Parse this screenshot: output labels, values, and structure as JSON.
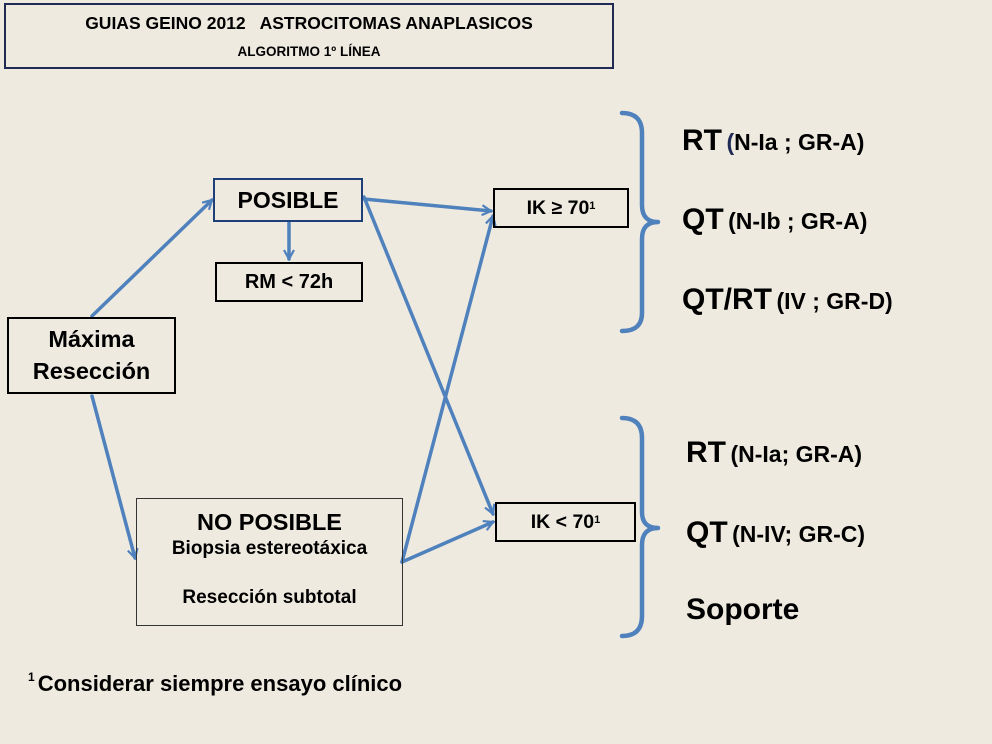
{
  "title": {
    "line1": "GUIAS GEINO 2012   ASTROCITOMAS ANAPLASICOS",
    "line2": "ALGORITMO 1º LÍNEA"
  },
  "nodes": {
    "maxima": {
      "line1": "Máxima",
      "line2": "Resección"
    },
    "posible": "POSIBLE",
    "rm": "RM < 72h",
    "no_posible": {
      "title": "NO POSIBLE",
      "sub1": "Biopsia estereotáxica",
      "sub2": "Resección subtotal"
    },
    "ik_ge": {
      "label": "IK ≥ 70",
      "note": "1"
    },
    "ik_lt": {
      "label": "IK < 70",
      "note": "1"
    }
  },
  "treatments_top": [
    {
      "main": "RT",
      "paren": "(",
      "ref": "N-Ia ; GR-A)"
    },
    {
      "main": "QT",
      "ref": "(N-Ib ; GR-A)"
    },
    {
      "main": "QT/RT",
      "ref": "(IV ; GR-D)"
    }
  ],
  "treatments_bottom": [
    {
      "main": "RT",
      "ref": "(N-Ia; GR-A)"
    },
    {
      "main": "QT",
      "ref": "(N-IV; GR-C)"
    },
    {
      "main": "Soporte"
    }
  ],
  "footnote": {
    "mark": "1",
    "text": "Considerar siempre ensayo clínico"
  },
  "colors": {
    "background": "#EEEAE0",
    "arrow": "#4F81BD",
    "title_border": "#1F2A55"
  }
}
